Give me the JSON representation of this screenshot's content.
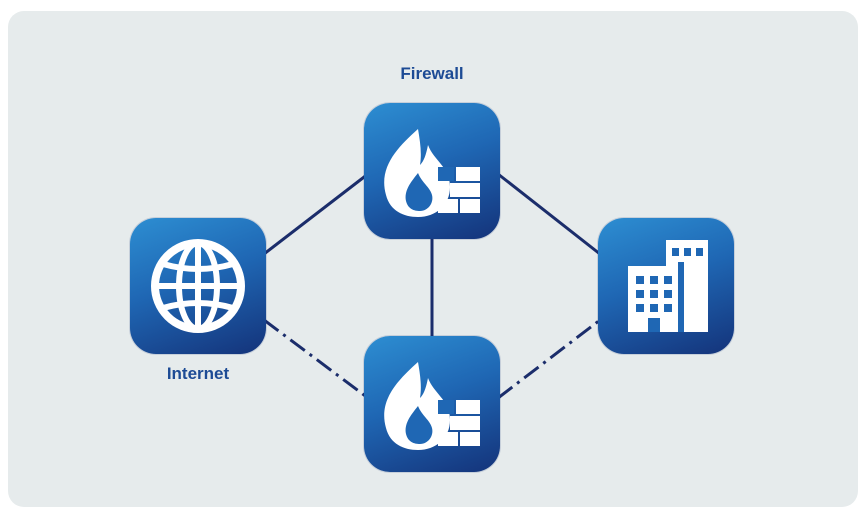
{
  "nodes": {
    "firewall_primary": {
      "label": "Firewall",
      "icon": "firewall-icon"
    },
    "firewall_backup": {
      "icon": "firewall-icon"
    },
    "internet": {
      "label": "Internet",
      "icon": "globe-icon"
    },
    "office": {
      "icon": "building-icon"
    }
  },
  "links": [
    {
      "from": "internet",
      "to": "firewall_primary",
      "style": "solid"
    },
    {
      "from": "firewall_primary",
      "to": "office",
      "style": "solid"
    },
    {
      "from": "firewall_primary",
      "to": "firewall_backup",
      "style": "solid"
    },
    {
      "from": "internet",
      "to": "firewall_backup",
      "style": "dash-dot"
    },
    {
      "from": "firewall_backup",
      "to": "office",
      "style": "dash-dot"
    }
  ],
  "colors": {
    "background": "#e6ebec",
    "node_gradient_top": "#2d8ed2",
    "node_gradient_bottom": "#14337a",
    "line": "#1b2d6b",
    "label": "#1d4b95"
  }
}
